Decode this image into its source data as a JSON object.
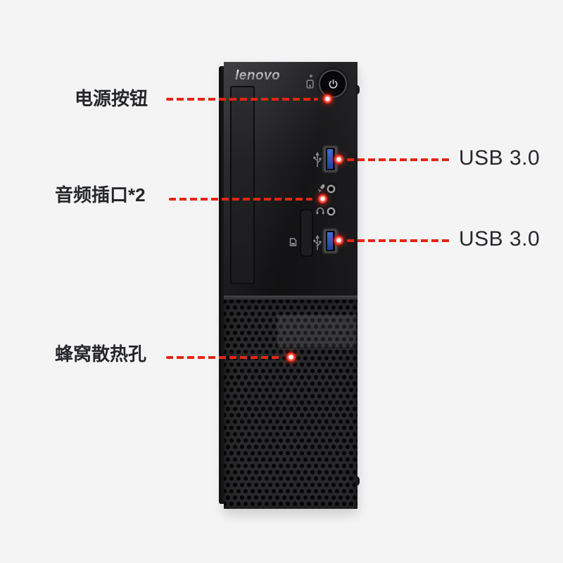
{
  "scene": {
    "background_color": "#f4f4f5",
    "subject": "desktop-tower-front-panel"
  },
  "device": {
    "brand": "lenovo",
    "usb_port_color": "#2f5fc9",
    "icons": [
      "power-icon",
      "hdd-activity-icon",
      "usb3-icon",
      "mic-icon",
      "headphone-icon",
      "sd-card-icon",
      "usb3-icon"
    ]
  },
  "callouts": {
    "power": {
      "label": "电源按钮"
    },
    "usb_top": {
      "label": "USB 3.0"
    },
    "audio": {
      "label": "音频插口*2"
    },
    "usb_bottom": {
      "label": "USB 3.0"
    },
    "vent": {
      "label": "蜂窝散热孔"
    }
  },
  "colors": {
    "callout_red": "#e42613",
    "label_text": "#26272a"
  }
}
